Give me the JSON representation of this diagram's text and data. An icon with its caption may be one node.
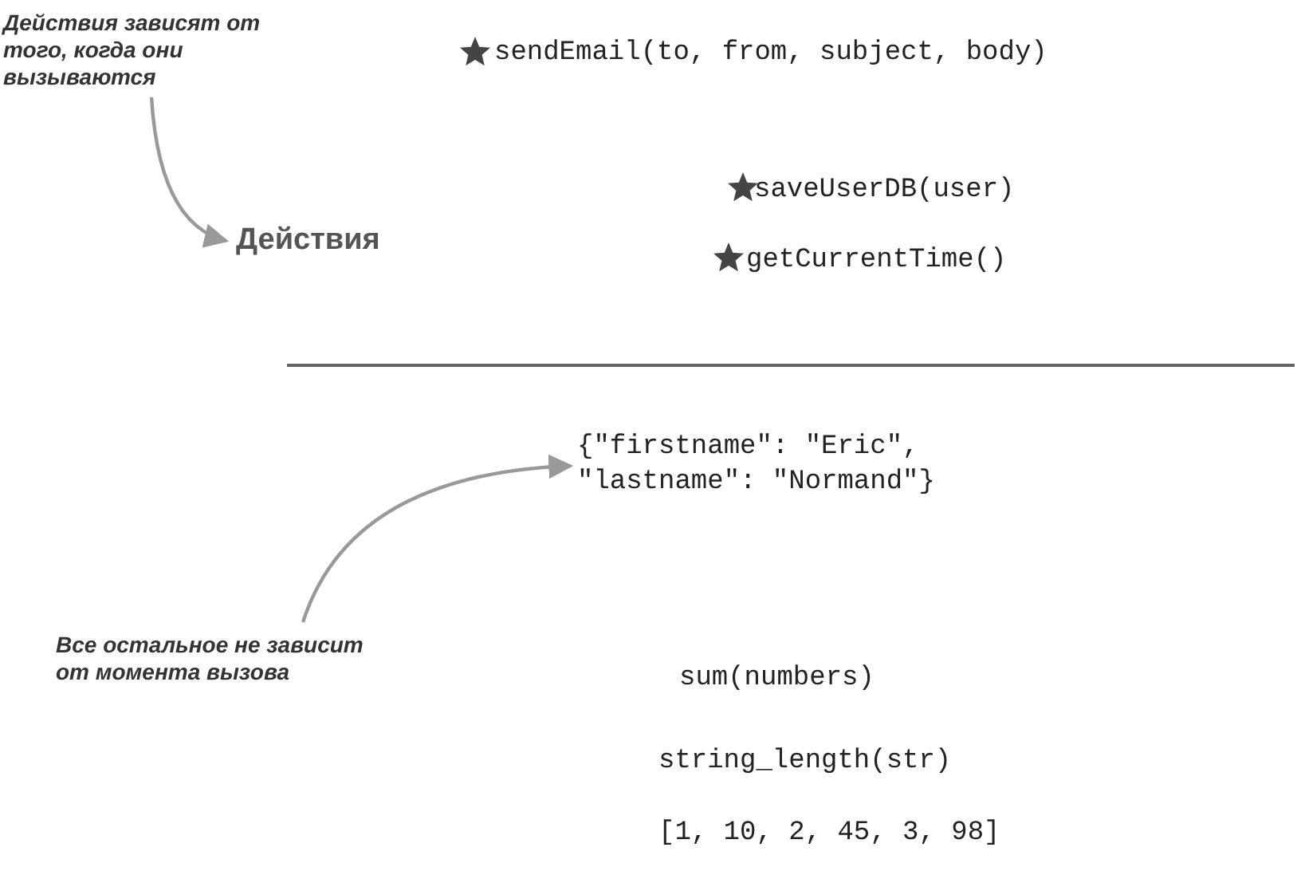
{
  "diagram": {
    "nodes": [
      {
        "text": [
          "Действия зависят от того, когда они вызываются"
        ]
      },
      {
        "text": [
          "Действия"
        ]
      },
      {
        "text": [
          "Все остальное не зависит от момента вызова"
        ]
      },
      {
        "text": [
          "{\"firstname\": \"Eric\", \"lastname\": \"Normand\"}"
        ]
      }
    ],
    "edges": [
      {
        "from": 0,
        "to": 1,
        "arrow": "to"
      },
      {
        "from": 2,
        "to": 3,
        "arrow": "to"
      }
    ],
    "labels": [
      "sendEmail(to, from, subject, body)",
      "saveUserDB(user)",
      "getCurrentTime()",
      "sum(numbers)",
      "string_length(str)",
      "[1, 10, 2, 45, 3, 98]"
    ]
  }
}
